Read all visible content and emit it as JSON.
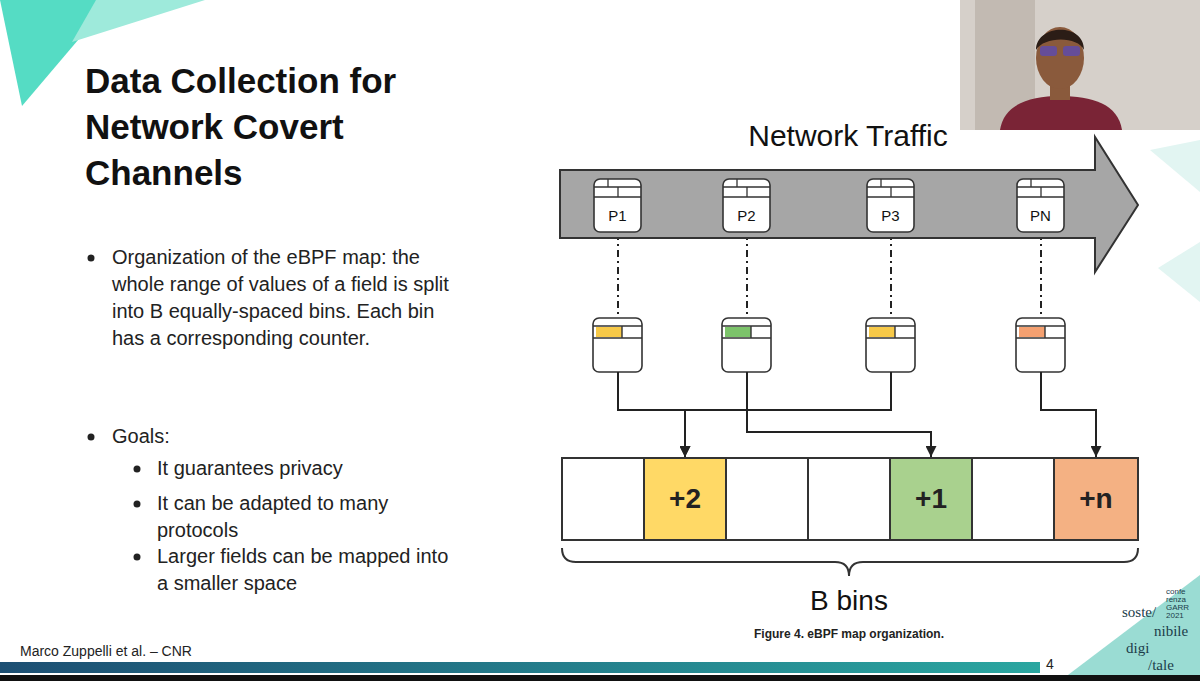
{
  "diagram": {
    "title": "Data Collection for Network Covert Channels",
    "caption": "Figure 4. eBPF map organization.",
    "nodes": [
      {
        "text": [
          "Network Traffic"
        ]
      },
      {
        "text": [
          "P1"
        ],
        "in": 0
      },
      {
        "text": [
          "P2"
        ],
        "in": 0
      },
      {
        "text": [
          "P3"
        ],
        "in": 0
      },
      {
        "text": [
          "PN"
        ],
        "in": 0
      },
      {
        "text": [
          "+2"
        ]
      },
      {
        "text": [
          "+1"
        ]
      },
      {
        "text": [
          "+n"
        ]
      }
    ],
    "edges": [
      {
        "from": 1,
        "to": 5,
        "arrow": "to"
      },
      {
        "from": 2,
        "to": 6,
        "arrow": "to"
      },
      {
        "from": 3,
        "to": 5,
        "arrow": "to"
      },
      {
        "from": 4,
        "to": 7,
        "arrow": "to"
      }
    ],
    "labels": [
      "Organization of the eBPF map: the whole range of values of a field is split into B equally-spaced bins. Each bin has a corresponding counter.",
      "Goals:",
      "It guarantees privacy",
      "It can be adapted to many protocols",
      "Larger fields can be mapped into a smaller space",
      "B bins",
      "Marco Zuppelli et al. – CNR",
      "4",
      "confe",
      "renza",
      "GARR",
      "2021",
      "soste/",
      "nibile",
      "digi",
      "/tale"
    ]
  }
}
